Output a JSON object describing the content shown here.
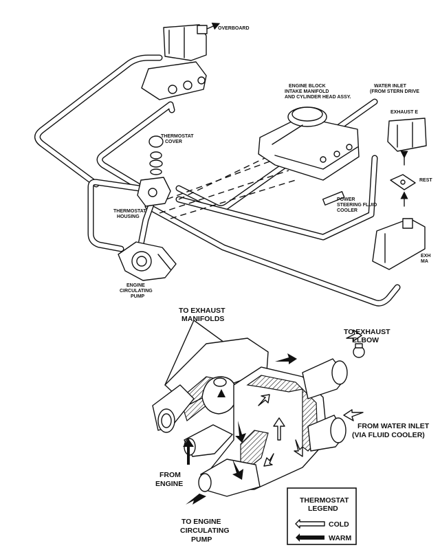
{
  "labels": {
    "overboard": "OVERBOARD",
    "engine_block_1": "ENGINE BLOCK",
    "engine_block_2": "INTAKE MANIFOLD",
    "engine_block_3": "AND CYLINDER HEAD ASSY.",
    "water_inlet_1": "WATER INLET",
    "water_inlet_2": "(FROM STERN DRIVE",
    "exhaust_elbow_top": "EXHAUST E",
    "restrictor": "REST",
    "exhaust_manifold_1": "EXH",
    "exhaust_manifold_2": "MA",
    "thermostat_cover_1": "THERMOSTAT",
    "thermostat_cover_2": "COVER",
    "thermostat_housing_1": "THERMOSTAT",
    "thermostat_housing_2": "HOUSING",
    "power_steering_1": "POWER",
    "power_steering_2": "STEERING FLUID",
    "power_steering_3": "COOLER",
    "pump_1": "ENGINE",
    "pump_2": "CIRCULATING",
    "pump_3": "PUMP",
    "to_exhaust_manifolds_1": "TO EXHAUST",
    "to_exhaust_manifolds_2": "MANIFOLDS",
    "to_exhaust_elbow_1": "TO EXHAUST",
    "to_exhaust_elbow_2": "ELBOW",
    "from_water_inlet_1": "FROM WATER INLET",
    "from_water_inlet_2": "(VIA FLUID COOLER)",
    "from_engine_1": "FROM",
    "from_engine_2": "ENGINE",
    "to_pump_1": "TO ENGINE",
    "to_pump_2": "CIRCULATING",
    "to_pump_3": "PUMP"
  },
  "legend": {
    "title_1": "THERMOSTAT",
    "title_2": "LEGEND",
    "cold": "COLD",
    "warm": "WARM"
  }
}
